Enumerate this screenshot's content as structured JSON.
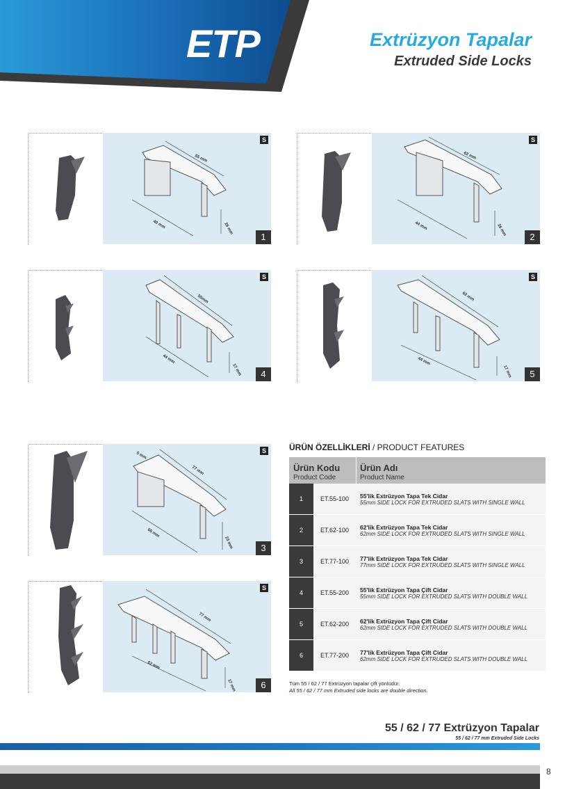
{
  "header": {
    "brand": "ETP",
    "title_tr": "Extrüzyon Tapalar",
    "title_en": "Extruded Side Locks",
    "colors": {
      "blue_dark": "#0d4c8f",
      "blue_light": "#2a9ad8",
      "accent": "#27a9e1",
      "dark": "#3a3a3a"
    }
  },
  "panels": [
    {
      "num": "1",
      "badge": "S",
      "dims": [
        "55 mm",
        "40 mm",
        "26 mm"
      ]
    },
    {
      "num": "2",
      "badge": "S",
      "dims": [
        "62 mm",
        "44 mm",
        "26 mm"
      ]
    },
    {
      "num": "4",
      "badge": "S",
      "dims": [
        "55mm",
        "44 mm",
        "17 mm"
      ]
    },
    {
      "num": "5",
      "badge": "S",
      "dims": [
        "62 mm",
        "44 mm",
        "17 mm"
      ]
    },
    {
      "num": "3",
      "badge": "S",
      "dims": [
        "77 mm",
        "60 mm",
        "23 mm",
        "5 mm"
      ]
    },
    {
      "num": "6",
      "badge": "S",
      "dims": [
        "77 mm",
        "62 mm",
        "17 mm"
      ]
    }
  ],
  "features": {
    "title_bold": "ÜRÜN ÖZELLİKLERİ",
    "title_rest": " / PRODUCT FEATURES",
    "col1_tr": "Ürün Kodu",
    "col1_en": "Product Code",
    "col2_tr": "Ürün Adı",
    "col2_en": "Product Name",
    "rows": [
      {
        "n": "1",
        "code": "ET.55-100",
        "name_tr": "55'lik Extrüzyon Tapa Tek Cidar",
        "name_en": "55mm SIDE LOCK FOR EXTRUDED SLATS WITH SINGLE WALL"
      },
      {
        "n": "2",
        "code": "ET.62-100",
        "name_tr": "62'lik Extrüzyon Tapa Tek Cidar",
        "name_en": "62mm SIDE LOCK FOR EXTRUDED SLATS WITH SINGLE WALL"
      },
      {
        "n": "3",
        "code": "ET.77-100",
        "name_tr": "77'lik Extrüzyon Tapa Tek Cidar",
        "name_en": "77mm SIDE LOCK FOR EXTRUDED SLATS WITH SINGLE WALL"
      },
      {
        "n": "4",
        "code": "ET.55-200",
        "name_tr": "55'lik Extrüzyon Tapa Çift Cidar",
        "name_en": "55mm SIDE LOCK FOR EXTRUDED SLATS WITH DOUBLE WALL"
      },
      {
        "n": "5",
        "code": "ET.62-200",
        "name_tr": "62'lik Extrüzyon Tapa Çift Cidar",
        "name_en": "62mm SIDE LOCK FOR EXTRUDED SLATS WITH DOUBLE WALL"
      },
      {
        "n": "6",
        "code": "ET.77-200",
        "name_tr": "77'lik Extrüzyon Tapa Çift Cidar",
        "name_en": "62mm SIDE LOCK FOR EXTRUDED SLATS WITH DOUBLE WALL"
      }
    ],
    "note_tr": "Tüm 55 / 62 / 77 Extrüzyon tapalar çift yönlüdür.",
    "note_en": "All 55 / 62 / 77  mm Extruded side locks are double direction."
  },
  "footer": {
    "title_tr": "55 / 62 / 77  Extrüzyon Tapalar",
    "title_en": "55 / 62 / 77 mm Extruded  Side Locks",
    "page": "8"
  }
}
